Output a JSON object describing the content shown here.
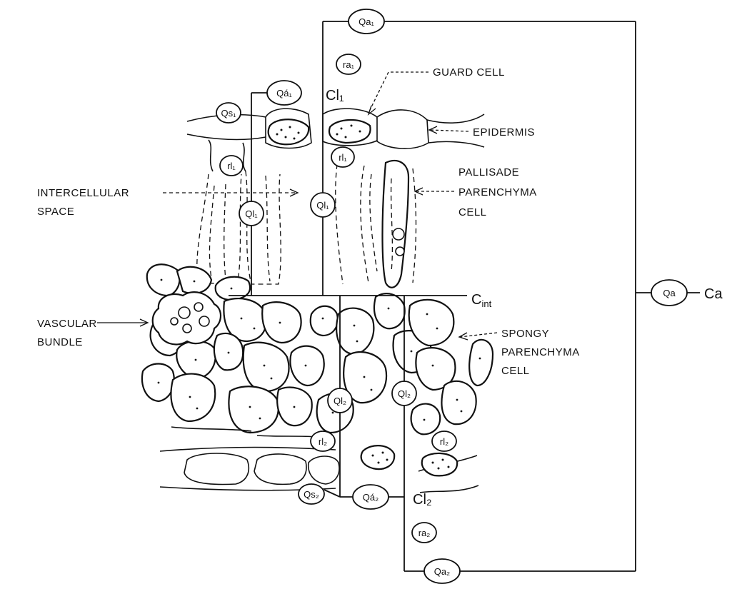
{
  "figure": {
    "labels": {
      "guard_cell": "GUARD CELL",
      "epidermis": "EPIDERMIS",
      "pallisade_1": "PALLISADE",
      "pallisade_2": "PARENCHYMA",
      "pallisade_3": "CELL",
      "intercellular_1": "INTERCELLULAR",
      "intercellular_2": "SPACE",
      "vascular_1": "VASCULAR",
      "vascular_2": "BUNDLE",
      "spongy_1": "SPONGY",
      "spongy_2": "PARENCHYMA",
      "spongy_3": "CELL"
    },
    "symbols": {
      "Qa1_top": "Qa₁",
      "ra1": "ra₁",
      "Qa1_prime": "Qá₁",
      "Cl1": "Cl₁",
      "Qs1": "Qs₁",
      "rl1_prime": "rl₁",
      "rl1": "rl₁",
      "Ql1_prime": "Ql₁",
      "Ql1": "Ql₁",
      "Cint": "C",
      "Cint_sub": "int",
      "Qa": "Qa",
      "Ca": "Ca",
      "Ql2_prime": "Ql₂",
      "Ql2": "Ql₂",
      "rl2_prime": "rl₂",
      "rl2": "rl₂",
      "Qs2": "Qs₂",
      "Qa2_prime": "Qá₂",
      "Cl2": "Cl₂",
      "ra2": "ra₂",
      "Qa2_bottom": "Qa₂"
    }
  }
}
